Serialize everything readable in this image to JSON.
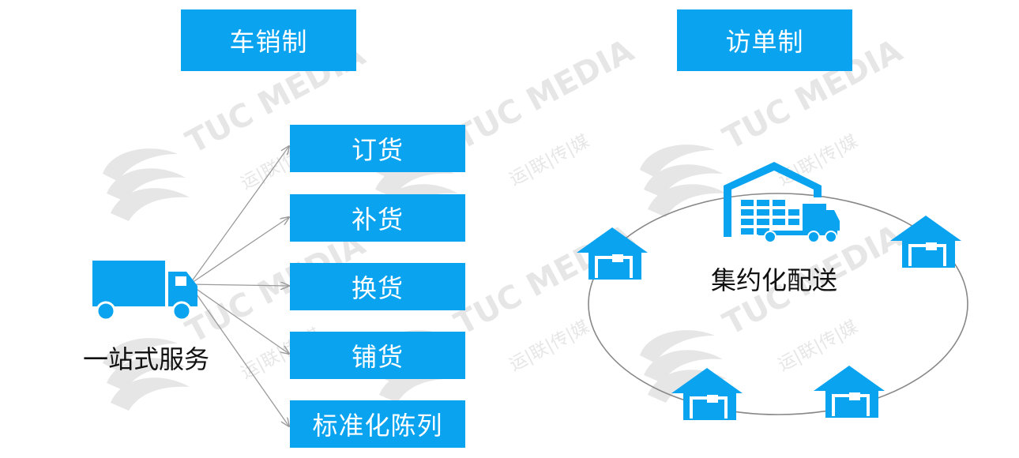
{
  "colors": {
    "accent": "#0aa3f0",
    "line": "#9a9a9a",
    "ellipse": "#888888"
  },
  "left": {
    "title": "车销制",
    "service_label": "一站式服务",
    "truck_icon": "truck-icon",
    "items": [
      {
        "label": "订货"
      },
      {
        "label": "补货"
      },
      {
        "label": "换货"
      },
      {
        "label": "铺货"
      },
      {
        "label": "标准化陈列"
      }
    ]
  },
  "right": {
    "title": "访单制",
    "center_label": "集约化配送",
    "center_icon": "warehouse-delivery-icon",
    "house_icon": "house-icon"
  },
  "watermark": {
    "brand": "TUC MEDIA",
    "cn": "运|联|传|媒"
  }
}
